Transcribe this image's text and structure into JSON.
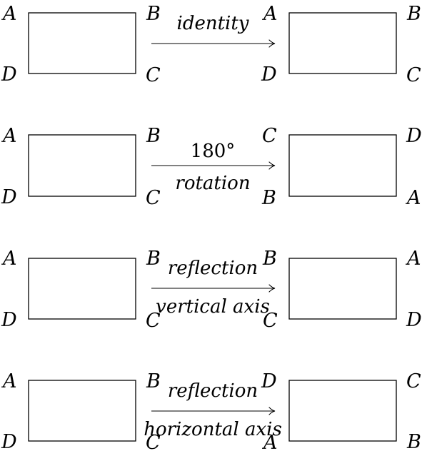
{
  "rows": [
    {
      "left": {
        "top_left": "A",
        "top_right": "B",
        "bottom_left": "D",
        "bottom_right": "C"
      },
      "arrow": {
        "above": "identity",
        "below": ""
      },
      "right": {
        "top_left": "A",
        "top_right": "B",
        "bottom_left": "D",
        "bottom_right": "C"
      }
    },
    {
      "left": {
        "top_left": "A",
        "top_right": "B",
        "bottom_left": "D",
        "bottom_right": "C"
      },
      "arrow": {
        "above": "180°",
        "below": "rotation"
      },
      "right": {
        "top_left": "C",
        "top_right": "D",
        "bottom_left": "B",
        "bottom_right": "A"
      }
    },
    {
      "left": {
        "top_left": "A",
        "top_right": "B",
        "bottom_left": "D",
        "bottom_right": "C"
      },
      "arrow": {
        "above": "reflection",
        "below": "vertical axis"
      },
      "right": {
        "top_left": "B",
        "top_right": "A",
        "bottom_left": "C",
        "bottom_right": "D"
      }
    },
    {
      "left": {
        "top_left": "A",
        "top_right": "B",
        "bottom_left": "D",
        "bottom_right": "C"
      },
      "arrow": {
        "above": "reflection",
        "below": "horizontal axis"
      },
      "right": {
        "top_left": "D",
        "top_right": "C",
        "bottom_left": "A",
        "bottom_right": "B"
      }
    }
  ]
}
